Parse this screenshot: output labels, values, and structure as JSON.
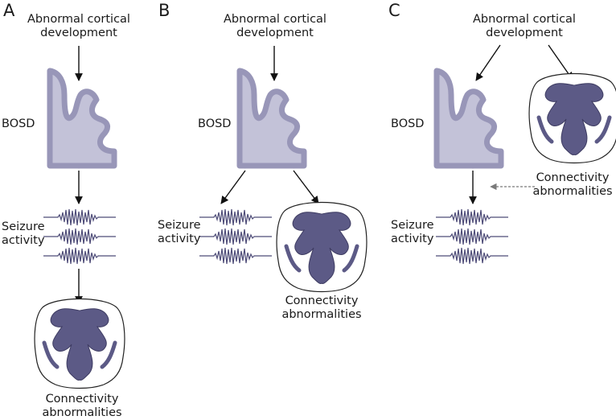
{
  "panels": [
    {
      "letter": "A",
      "top_line1": "Abnormal cortical",
      "top_line2": "development",
      "bosd": "BOSD",
      "seizure_line1": "Seizure",
      "seizure_line2": "activity",
      "conn_line1": "Connectivity",
      "conn_line2": "abnormalities"
    },
    {
      "letter": "B",
      "top_line1": "Abnormal cortical",
      "top_line2": "development",
      "bosd": "BOSD",
      "seizure_line1": "Seizure",
      "seizure_line2": "activity",
      "conn_line1": "Connectivity",
      "conn_line2": "abnormalities"
    },
    {
      "letter": "C",
      "top_line1": "Abnormal cortical",
      "top_line2": "development",
      "bosd": "BOSD",
      "seizure_line1": "Seizure",
      "seizure_line2": "activity",
      "conn_line1": "Connectivity",
      "conn_line2": "abnormalities"
    }
  ],
  "colors": {
    "cortex_outer": "#9896b8",
    "cortex_inner": "#c3c2d8",
    "brain_fill": "#5c5a86",
    "arrow": "#111111",
    "dashed_arrow": "#7a7a7a",
    "eeg_trace": "#4e4c78"
  }
}
